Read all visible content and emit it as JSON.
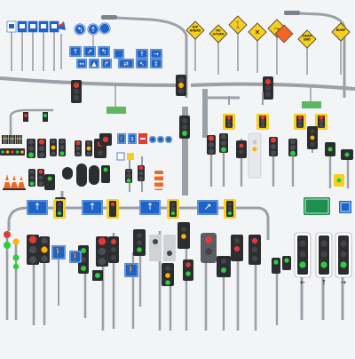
{
  "palette": {
    "background": "#f3f4f6",
    "pole": "#9aa0a6",
    "pole_dark": "#6f757b",
    "housing": "#2b2d31",
    "red": "#e53935",
    "amber": "#ffb300",
    "green": "#2ecc40",
    "sign_blue": "#1f63c6",
    "warning_yellow": "#f7cf1d",
    "guide_green": "#1e8f4e",
    "hanging_sign_green": "#5cb85c",
    "cone_orange": "#f26522"
  },
  "signs": {
    "dip_ahead": "DIP AHEAD",
    "no_u_turn": "NO U-TURN",
    "dead_end": "DEAD END",
    "bump": "BUMP",
    "guide_left": "",
    "guide_right": ""
  },
  "catalog": {
    "signal_types": [
      "3-light vertical",
      "3-light horizontal",
      "2-light",
      "arrow signal",
      "pedestrian signal",
      "countdown"
    ],
    "sign_types": [
      "direction",
      "warning",
      "mandatory",
      "pedestrian crossing",
      "guide"
    ],
    "accessories": [
      "traffic cone",
      "drum barrel",
      "lamp pole"
    ]
  }
}
